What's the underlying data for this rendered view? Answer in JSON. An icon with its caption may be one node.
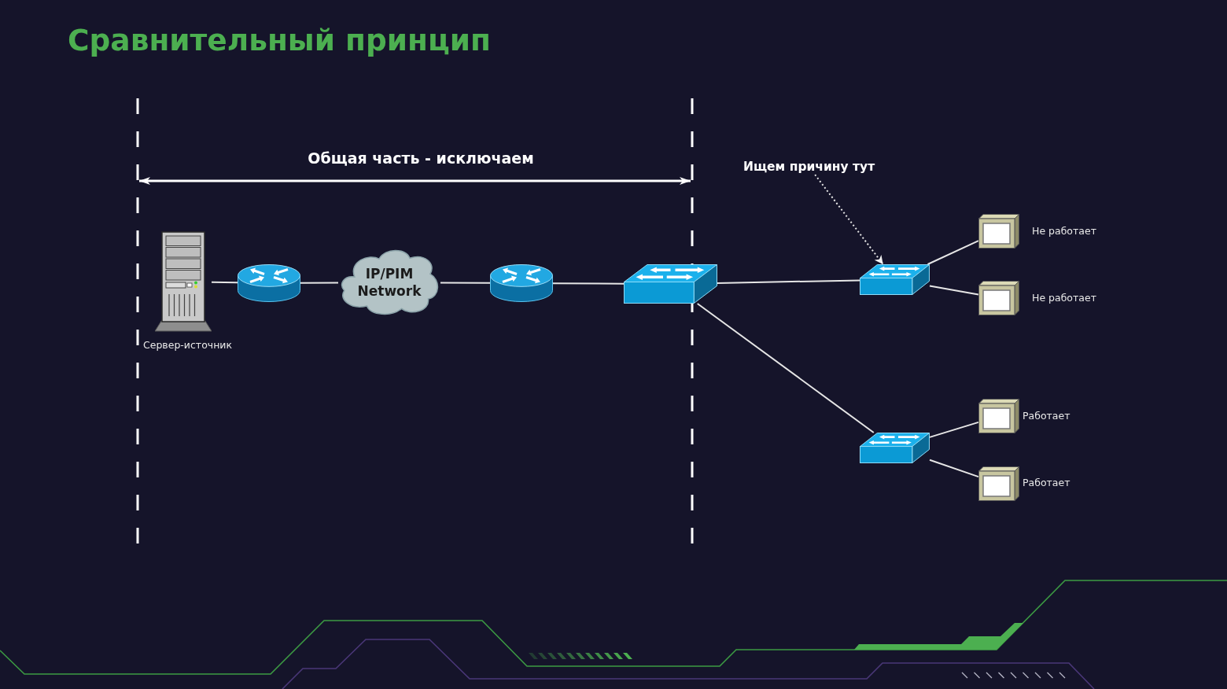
{
  "diagram": {
    "title": "Сравнительный принцип",
    "nodes": [
      {
        "text": [
          "Ищем причину тут"
        ]
      },
      {
        "text": [],
        "shape": "picture",
        "beside": [
          "Сервер-источник"
        ]
      },
      {
        "text": [],
        "shape": "cylinder"
      },
      {
        "text": [
          "IP/PIM Network"
        ]
      },
      {
        "text": [],
        "shape": "cylinder"
      },
      {
        "text": [],
        "shape": "box"
      },
      {
        "text": [],
        "shape": "box"
      },
      {
        "text": [],
        "shape": "picture",
        "beside": [
          "Не работает"
        ]
      },
      {
        "text": [],
        "shape": "picture",
        "beside": [
          "Не работает"
        ]
      },
      {
        "text": [],
        "shape": "box"
      },
      {
        "text": [],
        "shape": "picture",
        "beside": [
          "Работает"
        ]
      },
      {
        "text": [],
        "shape": "picture",
        "beside": [
          "Работает"
        ]
      }
    ],
    "edges": [
      {
        "from": 1,
        "to": 2,
        "arrow": "none"
      },
      {
        "from": 2,
        "to": 3,
        "arrow": "none"
      },
      {
        "from": 3,
        "to": 4,
        "arrow": "none"
      },
      {
        "from": 4,
        "to": 5,
        "arrow": "none"
      },
      {
        "from": 5,
        "to": 6,
        "arrow": "none"
      },
      {
        "from": 5,
        "to": 9,
        "arrow": "none"
      },
      {
        "from": 6,
        "to": 7,
        "arrow": "none"
      },
      {
        "from": 6,
        "to": 8,
        "arrow": "none"
      },
      {
        "from": 9,
        "to": 10,
        "arrow": "none"
      },
      {
        "from": 9,
        "to": 11,
        "arrow": "none"
      },
      {
        "from": 0,
        "to": 6,
        "arrow": "to",
        "style": "dashed"
      }
    ],
    "labels": [
      "Общая часть - исключаем"
    ]
  }
}
